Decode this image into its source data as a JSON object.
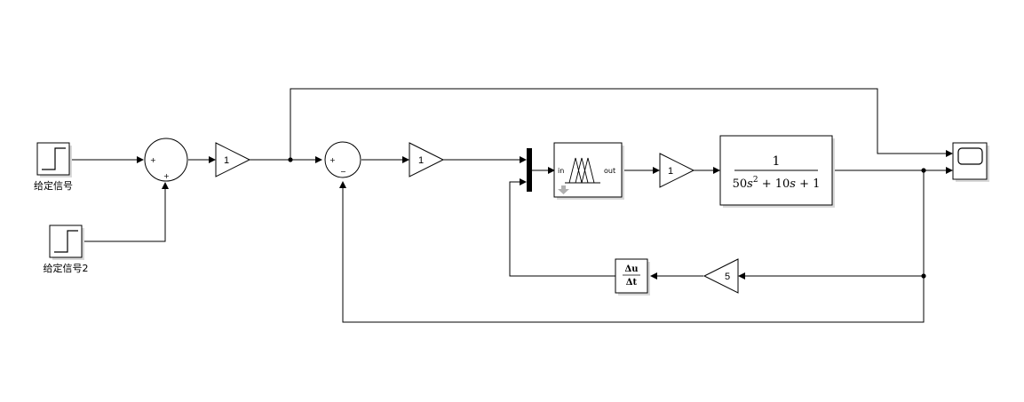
{
  "blocks": {
    "step1": {
      "label": "给定信号"
    },
    "step2": {
      "label": "给定信号2"
    },
    "sum1": {
      "sign_left": "+",
      "sign_bottom": "+"
    },
    "gain1": {
      "value": "1"
    },
    "sum2": {
      "sign_left": "+",
      "sign_bottom": "−"
    },
    "gain2": {
      "value": "1"
    },
    "fuzzy": {
      "in_label": "in",
      "out_label": "out"
    },
    "gain3": {
      "value": "1"
    },
    "transfer_fcn": {
      "numerator": "1",
      "denominator_parts": [
        "50",
        "s",
        "2",
        " + 10",
        "s",
        " + 1"
      ]
    },
    "derivative": {
      "num": "Δu",
      "den": "Δt"
    },
    "gain_feedback": {
      "value": "5"
    }
  },
  "colors": {
    "line": "#000000",
    "block_fill": "#ffffff",
    "shadow": "#d9d9d9",
    "fuzzy_icon_arrow": "#b0b0b0"
  },
  "icons": [
    "step-icon",
    "scope-icon",
    "fuzzy-logic-icon",
    "mux-bar"
  ]
}
